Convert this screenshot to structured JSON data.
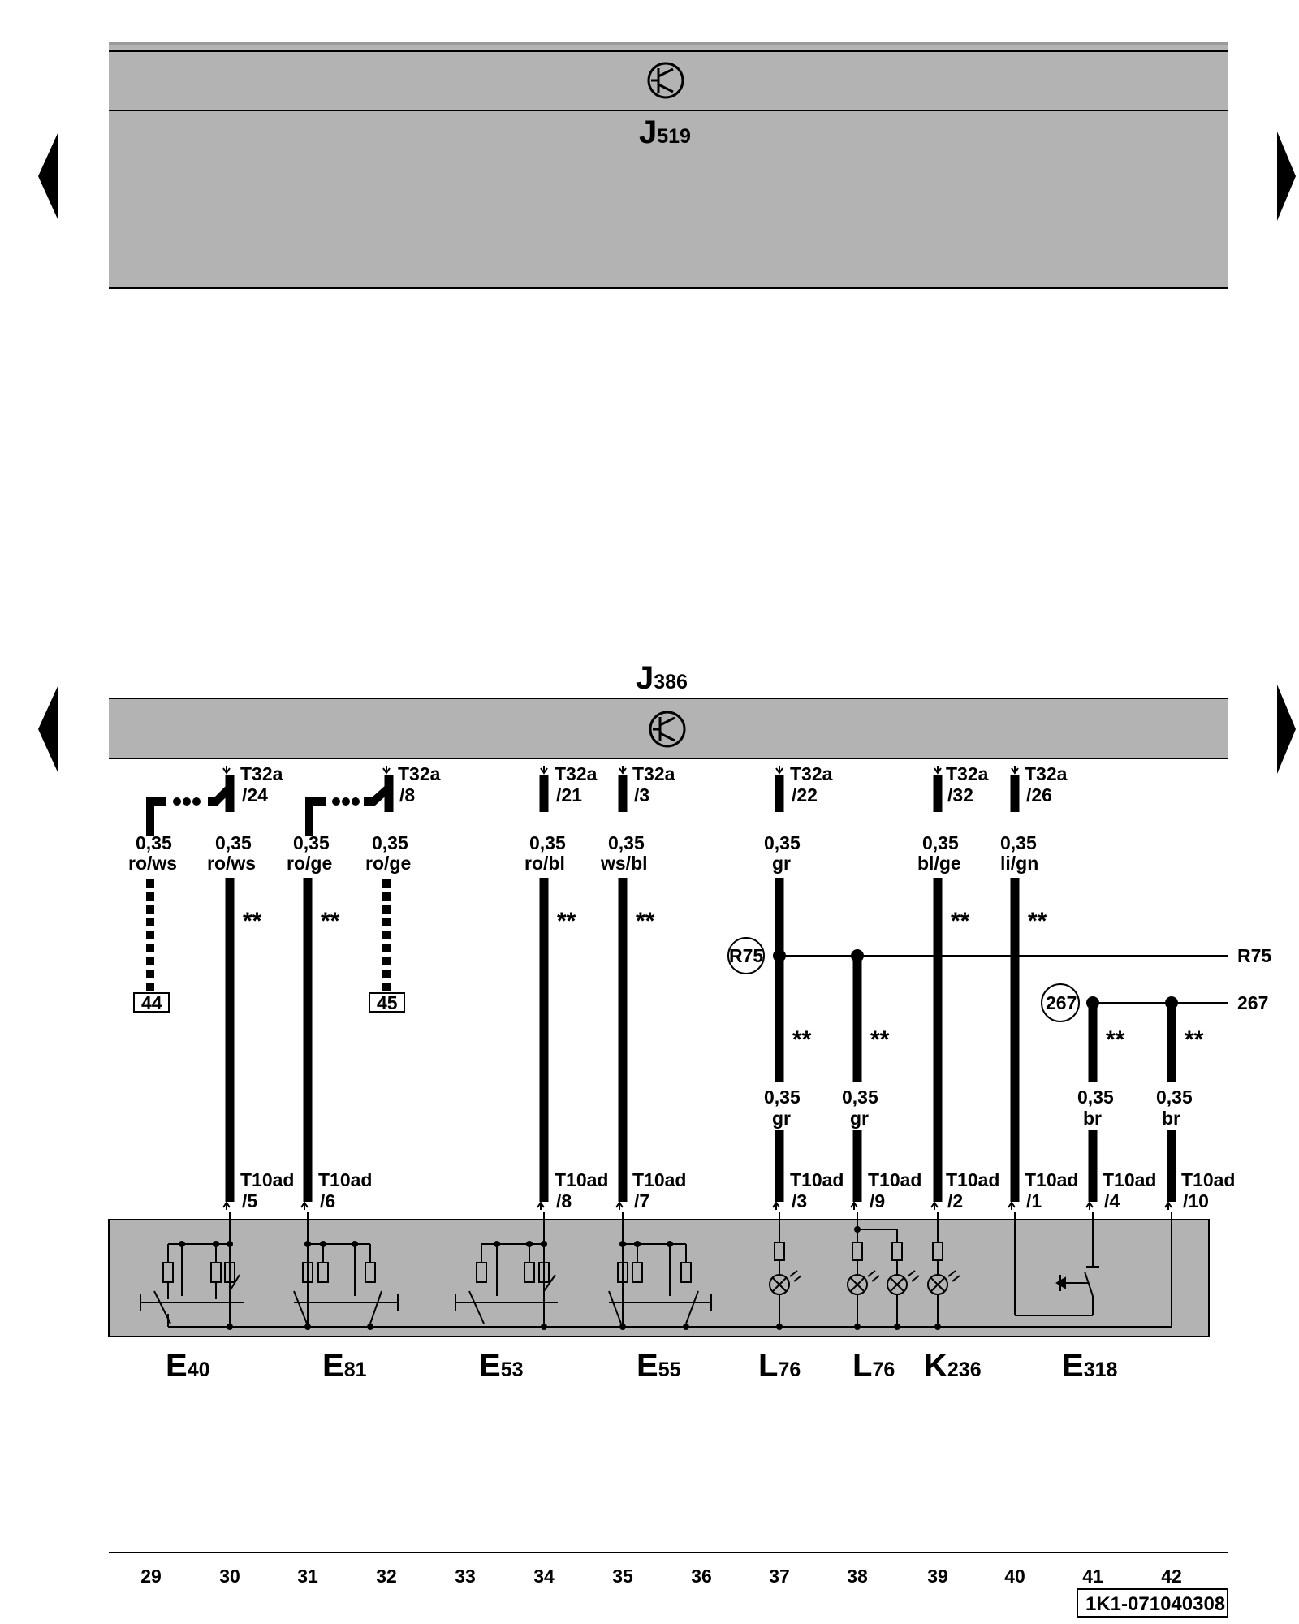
{
  "units": {
    "j519": {
      "letter": "J",
      "number": "519"
    },
    "j386": {
      "letter": "J",
      "number": "386"
    }
  },
  "wires": [
    {
      "conn_top": "T32a",
      "pin_top": "/24",
      "size": "0,35",
      "color": "ro/ws",
      "conn_bottom": "T10ad",
      "pin_bottom": "/5",
      "mark": "**"
    },
    {
      "size": "0,35",
      "color": "ro/ws",
      "ref": "44"
    },
    {
      "size": "0,35",
      "color": "ro/ge",
      "conn_bottom": "T10ad",
      "pin_bottom": "/6",
      "mark": "**"
    },
    {
      "conn_top": "T32a",
      "pin_top": "/8",
      "size": "0,35",
      "color": "ro/ge",
      "ref": "45"
    },
    {
      "conn_top": "T32a",
      "pin_top": "/21",
      "size": "0,35",
      "color": "ro/bl",
      "conn_bottom": "T10ad",
      "pin_bottom": "/8",
      "mark": "**"
    },
    {
      "conn_top": "T32a",
      "pin_top": "/3",
      "size": "0,35",
      "color": "ws/bl",
      "conn_bottom": "T10ad",
      "pin_bottom": "/7",
      "mark": "**"
    },
    {
      "conn_top": "T32a",
      "pin_top": "/22",
      "size": "0,35",
      "color": "gr",
      "size2": "0,35",
      "color2": "gr",
      "conn_bottom": "T10ad",
      "pin_bottom": "/3",
      "mark": "**"
    },
    {
      "size2": "0,35",
      "color2": "gr",
      "conn_bottom": "T10ad",
      "pin_bottom": "/9",
      "mark": "**"
    },
    {
      "conn_top": "T32a",
      "pin_top": "/32",
      "size": "0,35",
      "color": "bl/ge",
      "conn_bottom": "T10ad",
      "pin_bottom": "/2",
      "mark": "**"
    },
    {
      "conn_top": "T32a",
      "pin_top": "/26",
      "size": "0,35",
      "color": "li/gn",
      "conn_bottom": "T10ad",
      "pin_bottom": "/1",
      "mark": "**"
    },
    {
      "size2": "0,35",
      "color2": "br",
      "conn_bottom": "T10ad",
      "pin_bottom": "/4",
      "mark": "**"
    },
    {
      "size2": "0,35",
      "color2": "br",
      "conn_bottom": "T10ad",
      "pin_bottom": "/10",
      "mark": "**"
    }
  ],
  "buses": [
    {
      "circle": "R75",
      "right_label": "R75"
    },
    {
      "circle": "267",
      "right_label": "267"
    }
  ],
  "components": [
    {
      "letter": "E",
      "number": "40"
    },
    {
      "letter": "E",
      "number": "81"
    },
    {
      "letter": "E",
      "number": "53"
    },
    {
      "letter": "E",
      "number": "55"
    },
    {
      "letter": "L",
      "number": "76"
    },
    {
      "letter": "L",
      "number": "76"
    },
    {
      "letter": "K",
      "number": "236"
    },
    {
      "letter": "E",
      "number": "318"
    }
  ],
  "columns": [
    "29",
    "30",
    "31",
    "32",
    "33",
    "34",
    "35",
    "36",
    "37",
    "38",
    "39",
    "40",
    "41",
    "42"
  ],
  "doc_id": "1K1-071040308",
  "colors": {
    "module_fill": "#b3b3b3",
    "line": "#000000",
    "background": "#ffffff"
  }
}
